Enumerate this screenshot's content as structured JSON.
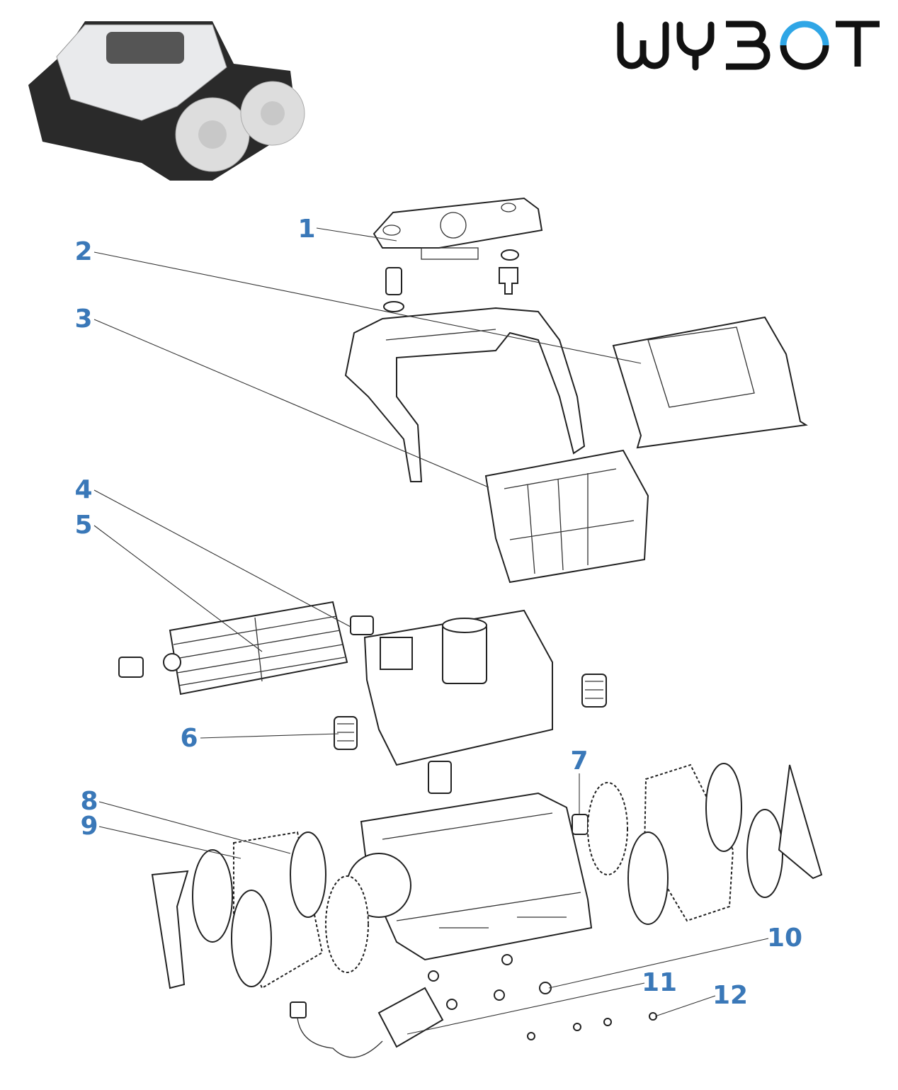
{
  "brand": {
    "logo_text": "WYBOT",
    "accent_color": "#2fa6e6"
  },
  "callout_color": "#3a78b8",
  "callouts": [
    {
      "number": "1"
    },
    {
      "number": "2"
    },
    {
      "number": "3"
    },
    {
      "number": "4"
    },
    {
      "number": "5"
    },
    {
      "number": "6"
    },
    {
      "number": "7"
    },
    {
      "number": "8"
    },
    {
      "number": "9"
    },
    {
      "number": "10"
    },
    {
      "number": "11"
    },
    {
      "number": "12"
    }
  ]
}
